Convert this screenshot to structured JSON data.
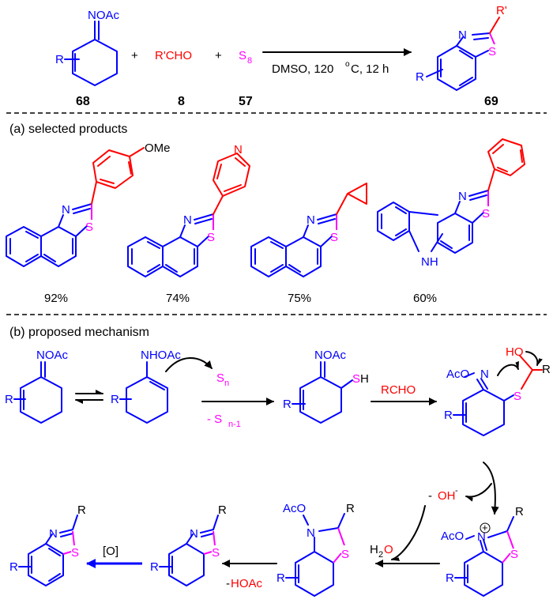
{
  "scheme": {
    "reactants": {
      "oxime_group": "NOAc",
      "substituent": "R",
      "oxime_number": "68",
      "plus": "+",
      "aldehyde": "R'CHO",
      "aldehyde_number": "8",
      "sulfur": "S",
      "sulfur_subscript": "8",
      "sulfur_number": "57",
      "conditions_main": "DMSO, 120 ",
      "conditions_degree": "o",
      "conditions_rest": "C, 12 h"
    },
    "product": {
      "substituent_top": "R'",
      "substituent_ring": "R",
      "atom_n": "N",
      "atom_s": "S",
      "product_number": "69"
    }
  },
  "section_a": {
    "title": "(a) selected products",
    "products": [
      {
        "substituent": "OMe",
        "yield": "92%"
      },
      {
        "substituent": "N",
        "yield": "74%"
      },
      {
        "substituent": "",
        "yield": "75%"
      },
      {
        "substituent": "NH",
        "yield": "60%"
      }
    ],
    "atom_n": "N",
    "atom_s": "S",
    "atom_h": "H"
  },
  "section_b": {
    "title": "(b) proposed mechanism",
    "labels": {
      "noac": "NOAc",
      "nhoac": "NHOAc",
      "aco": "AcO",
      "r": "R",
      "n": "N",
      "s": "S",
      "h": "H",
      "ho": "HO",
      "sn": "S",
      "sn_sub": "n",
      "sn1_prefix": "- S",
      "sn1_sub": "n-1",
      "rcho": "RCHO",
      "oh_prefix": "- ",
      "oh": "OH",
      "oh_charge": "-",
      "h2o_h": "H",
      "h2o_sub": "2",
      "h2o_o": "O",
      "plus_charge": "+",
      "oxidant": "[O]",
      "hoac_prefix": "-",
      "hoac": "HOAc"
    }
  }
}
